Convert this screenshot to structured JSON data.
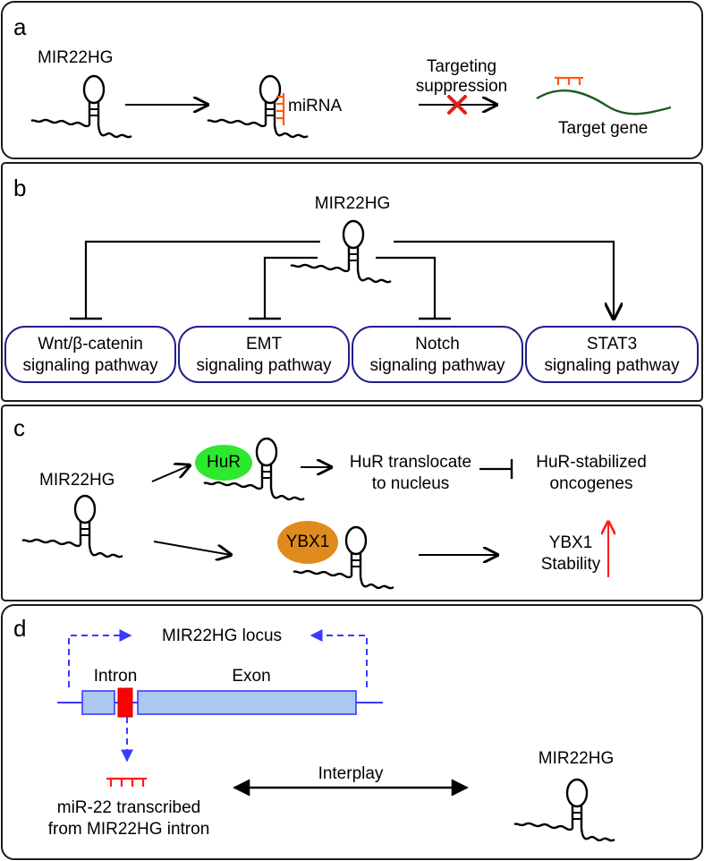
{
  "panel_a": {
    "letter": "a",
    "lncrna_label": "MIR22HG",
    "mirna_label": "miRNA",
    "targeting_line1": "Targeting",
    "targeting_line2": "suppression",
    "target_gene": "Target gene"
  },
  "panel_b": {
    "letter": "b",
    "lncrna_label": "MIR22HG",
    "pathways": [
      {
        "line1": "Wnt/β-catenin",
        "line2": "signaling pathway"
      },
      {
        "line1": "EMT",
        "line2": "signaling pathway"
      },
      {
        "line1": "Notch",
        "line2": "signaling pathway"
      },
      {
        "line1": "STAT3",
        "line2": "signaling pathway"
      }
    ]
  },
  "panel_c": {
    "letter": "c",
    "lncrna_label": "MIR22HG",
    "hur": "HuR",
    "hur_translocate_line1": "HuR translocate",
    "hur_translocate_line2": "to nucleus",
    "hur_stabilized_line1": "HuR-stabilized",
    "hur_stabilized_line2": "oncogenes",
    "ybx1": "YBX1",
    "ybx1_result_line1": "YBX1",
    "ybx1_result_line2": "Stability"
  },
  "panel_d": {
    "letter": "d",
    "locus_label": "MIR22HG locus",
    "intron": "Intron",
    "exon": "Exon",
    "interplay": "Interplay",
    "lncrna_label": "MIR22HG",
    "mir22_line1": "miR-22 transcribed",
    "mir22_line2": "from MIR22HG intron"
  },
  "colors": {
    "panel_border": "#1a1a1a",
    "pathway_border": "#1f1f8a",
    "mirna_orange": "#ff5a14",
    "target_gene_green": "#1f5a1f",
    "suppress_x_red": "#e0201e",
    "hur_green": "#2ee82e",
    "ybx1_orange": "#e08a1e",
    "up_arrow_red": "#ff1a1a",
    "locus_blue": "#3a3aff",
    "exon_fill": "#aac8f0",
    "intron_red": "#ff0000"
  }
}
